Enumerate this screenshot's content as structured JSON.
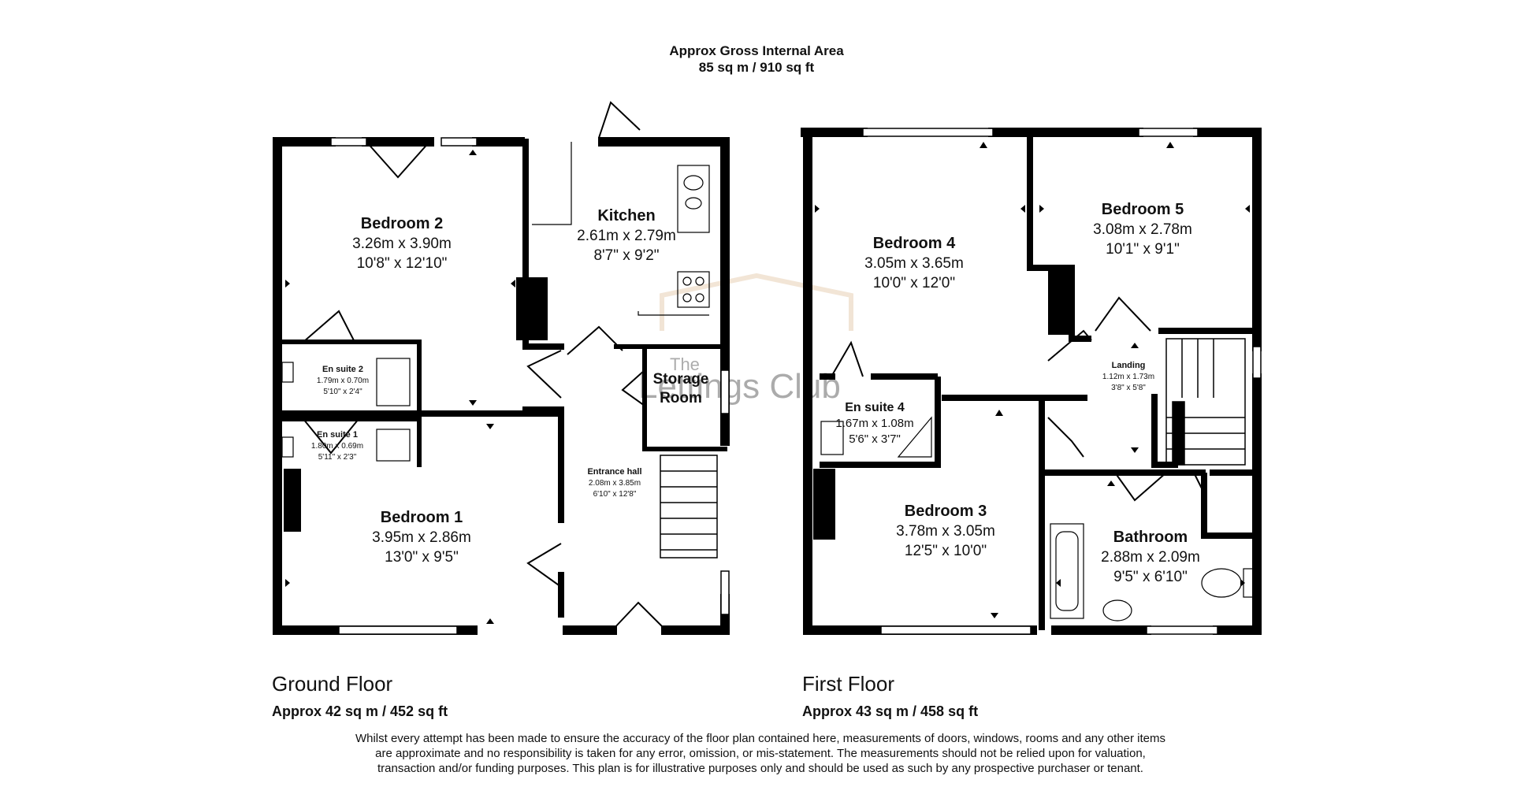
{
  "header": {
    "title": "Approx Gross Internal Area",
    "subtitle": "85 sq m / 910 sq ft"
  },
  "ground_floor": {
    "title": "Ground Floor",
    "area": "Approx 42 sq m / 452 sq ft",
    "rooms": {
      "bedroom2": {
        "name": "Bedroom 2",
        "metric": "3.26m x 3.90m",
        "imperial": "10'8\" x 12'10\""
      },
      "kitchen": {
        "name": "Kitchen",
        "metric": "2.61m x 2.79m",
        "imperial": "8'7\" x 9'2\""
      },
      "ensuite2": {
        "name": "En suite 2",
        "metric": "1.79m x 0.70m",
        "imperial": "5'10\" x 2'4\""
      },
      "ensuite1": {
        "name": "En suite 1",
        "metric": "1.80m x 0.69m",
        "imperial": "5'11\" x 2'3\""
      },
      "storage": {
        "name_line1": "Storage",
        "name_line2": "Room"
      },
      "hall": {
        "name": "Entrance hall",
        "metric": "2.08m x 3.85m",
        "imperial": "6'10\" x 12'8\""
      },
      "bedroom1": {
        "name": "Bedroom 1",
        "metric": "3.95m x 2.86m",
        "imperial": "13'0\" x 9'5\""
      }
    }
  },
  "first_floor": {
    "title": "First Floor",
    "area": "Approx 43 sq m / 458 sq ft",
    "rooms": {
      "bedroom4": {
        "name": "Bedroom 4",
        "metric": "3.05m x 3.65m",
        "imperial": "10'0\" x 12'0\""
      },
      "bedroom5": {
        "name": "Bedroom 5",
        "metric": "3.08m x 2.78m",
        "imperial": "10'1\" x 9'1\""
      },
      "landing": {
        "name": "Landing",
        "metric": "1.12m x 1.73m",
        "imperial": "3'8\" x 5'8\""
      },
      "ensuite4": {
        "name": "En suite 4",
        "metric": "1.67m x 1.08m",
        "imperial": "5'6\" x 3'7\""
      },
      "bedroom3": {
        "name": "Bedroom 3",
        "metric": "3.78m x 3.05m",
        "imperial": "12'5\" x 10'0\""
      },
      "bathroom": {
        "name": "Bathroom",
        "metric": "2.88m x 2.09m",
        "imperial": "9'5\" x 6'10\""
      }
    }
  },
  "watermark": {
    "line1": "The",
    "line2": "Lettings Club"
  },
  "disclaimer": "Whilst every attempt has been made to ensure the accuracy of the floor plan contained here, measurements of doors, windows, rooms and any other items are approximate and no responsibility is taken for any error, omission, or mis-statement. The measurements should not be relied upon for valuation, transaction and/or funding purposes. This plan is for illustrative purposes only and should be used as such by any prospective purchaser or tenant."
}
